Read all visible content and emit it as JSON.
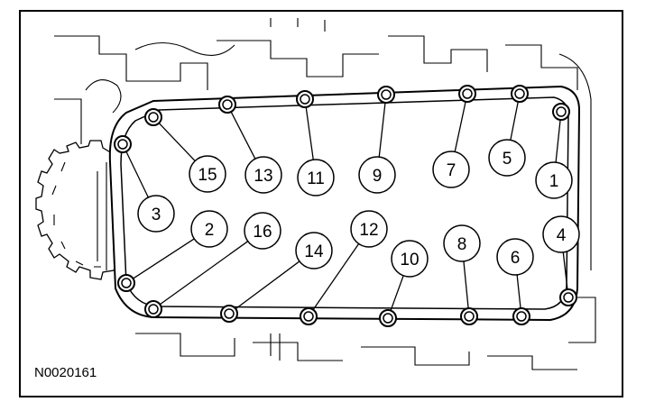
{
  "figure_id": "N0020161",
  "callouts": [
    "1",
    "2",
    "3",
    "4",
    "5",
    "6",
    "7",
    "8",
    "9",
    "10",
    "11",
    "12",
    "13",
    "14",
    "15",
    "16"
  ]
}
